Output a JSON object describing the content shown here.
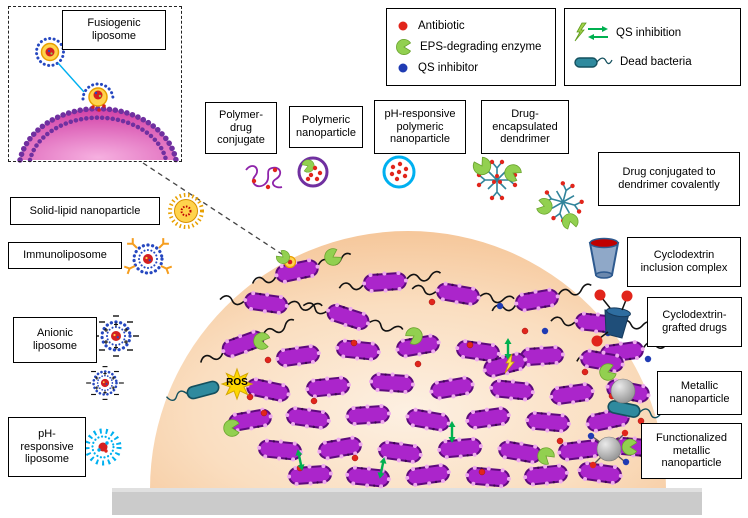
{
  "inset": {
    "label": "Fusiogenic liposome"
  },
  "legend": {
    "therapeutics": [
      {
        "label": "Antibiotic",
        "icon": "antibiotic-dot",
        "color": "#e1251b"
      },
      {
        "label": "EPS-degrading enzyme",
        "icon": "eps-enzyme-pacman",
        "color": "#92d050"
      },
      {
        "label": "QS inhibitor",
        "icon": "qs-inhibitor-dot",
        "color": "#1f3bb3"
      }
    ],
    "mechanisms": [
      {
        "label": "QS inhibition",
        "icon": "qs-inhibition-arrows",
        "color": "#00b050"
      },
      {
        "label": "Dead bacteria",
        "icon": "dead-bacterium",
        "color": "#31859c"
      }
    ]
  },
  "labels": {
    "polymer_drug_conjugate": "Polymer-drug conjugate",
    "polymeric_nanoparticle": "Polymeric nanoparticle",
    "ph_responsive_polymeric_nanoparticle": "pH-responsive polymeric nanoparticle",
    "drug_encapsulated_dendrimer": "Drug-encapsulated dendrimer",
    "drug_conjugated_dendrimer": "Drug conjugated to dendrimer covalently",
    "cyclodextrin_inclusion_complex": "Cyclodextrin inclusion complex",
    "cyclodextrin_grafted_drugs": "Cyclodextrin-grafted drugs",
    "metallic_nanoparticle": "Metallic nanoparticle",
    "functionalized_metallic_nanoparticle": "Functionalized metallic nanoparticle",
    "solid_lipid_nanoparticle": "Solid-lipid nanoparticle",
    "immunoliposome": "Immunoliposome",
    "anionic_liposome": "Anionic liposome",
    "ph_responsive_liposome": "pH-responsive liposome"
  },
  "annotations": {
    "ros": "ROS"
  },
  "colors": {
    "bacteria": "#ab25cb",
    "bacteria_outline": "#5e0a7e",
    "biofilm_center": "#fdf0e2",
    "biofilm_edge": "#f5c394",
    "antibiotic": "#e1251b",
    "enzyme": "#92d050",
    "qs_inhibitor": "#1f3bb3",
    "dead_bacteria": "#31859c",
    "substrate": "#cbcbcb",
    "membrane": "#d13fa6",
    "liposome_ring": "#2648c0",
    "ph_responsive": "#00b0f0",
    "dendrimer": "#31849b"
  }
}
